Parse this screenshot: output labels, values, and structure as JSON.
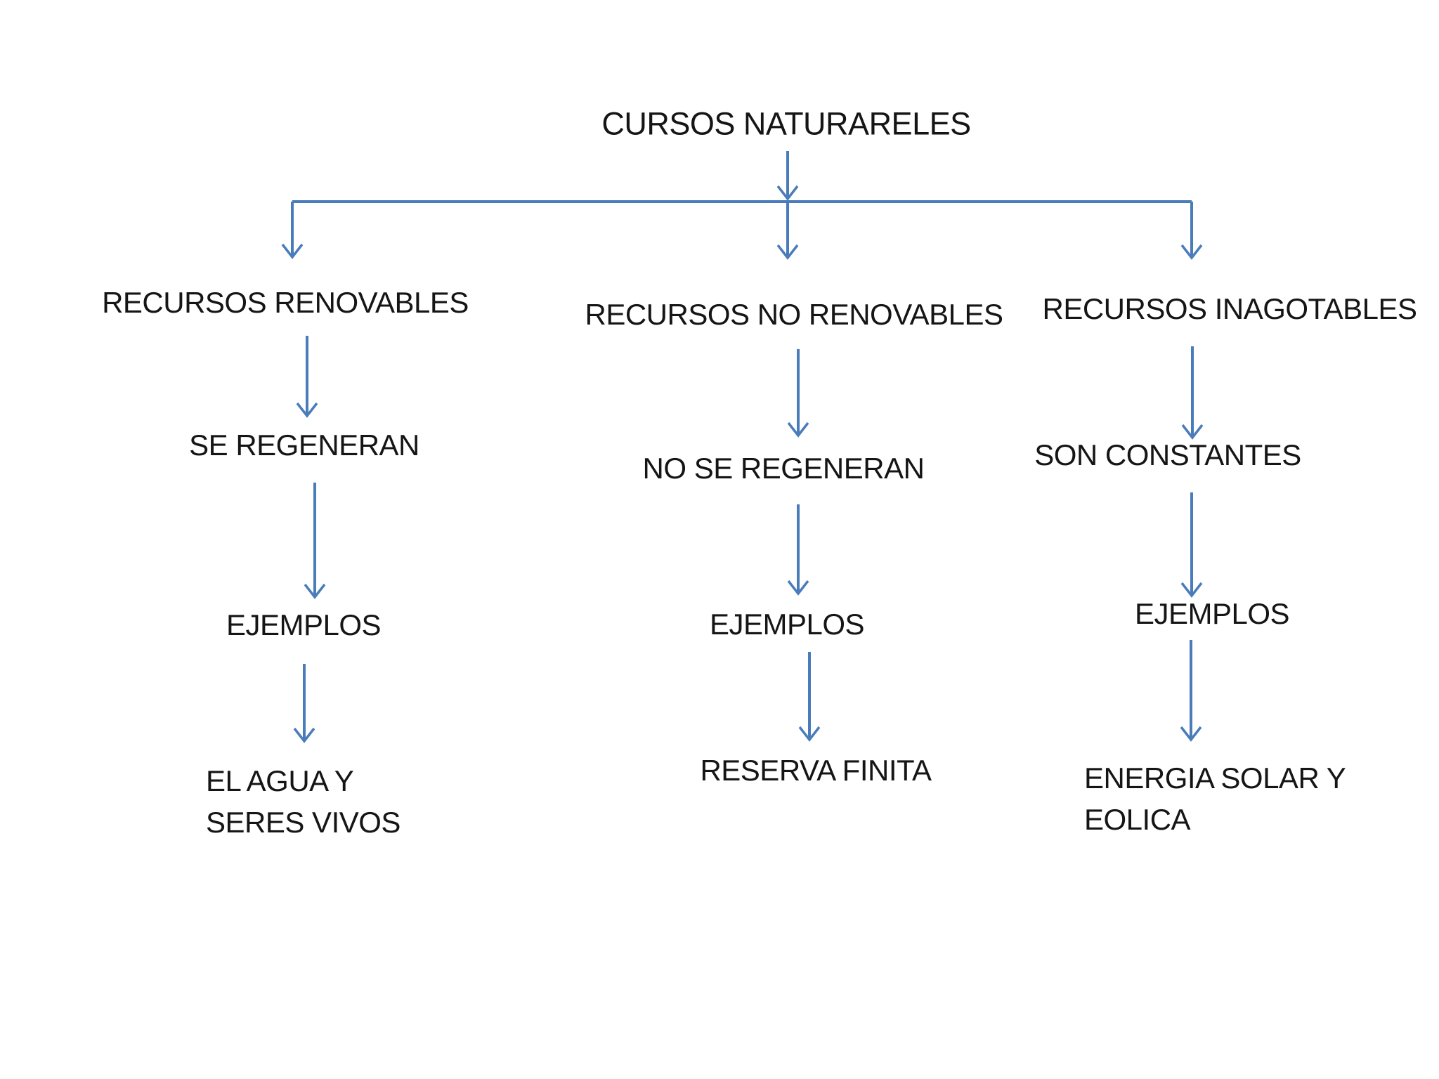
{
  "diagram": {
    "title": {
      "text": "CURSOS NATURARELES"
    },
    "columns": [
      {
        "header": "RECURSOS RENOVABLES",
        "property": "SE REGENERAN",
        "examples_label": "EJEMPLOS",
        "examples": "EL AGUA Y\nSERES VIVOS"
      },
      {
        "header": "RECURSOS NO RENOVABLES",
        "property": "NO SE REGENERAN",
        "examples_label": "EJEMPLOS",
        "examples": "RESERVA FINITA"
      },
      {
        "header": "RECURSOS INAGOTABLES",
        "property": "SON CONSTANTES",
        "examples_label": "EJEMPLOS",
        "examples": "ENERGIA SOLAR Y\nEOLICA"
      }
    ]
  },
  "colors": {
    "arrow": "#4a7cba",
    "text": "#151515",
    "background": "#ffffff"
  }
}
